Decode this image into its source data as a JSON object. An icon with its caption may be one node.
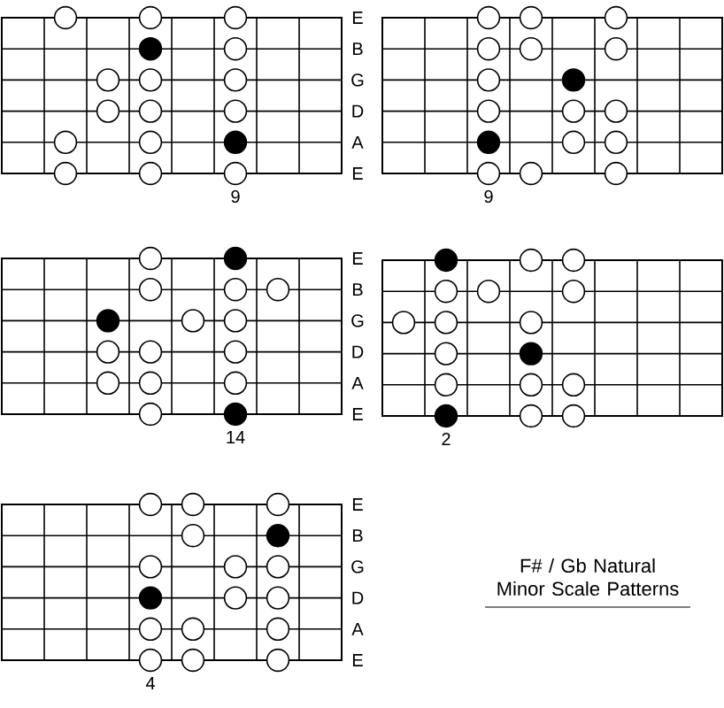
{
  "diagram": {
    "title": "F# / Gb Natural Minor Scale Patterns",
    "nodes": [
      {
        "text": [],
        "shape": "picture",
        "beside": [
          "E",
          "B",
          "G",
          "D",
          "A",
          "E",
          "9"
        ]
      },
      {
        "text": [],
        "shape": "picture",
        "beside": [
          "9"
        ]
      },
      {
        "text": [],
        "shape": "picture",
        "beside": [
          "E",
          "B",
          "G",
          "D",
          "A",
          "E",
          "14"
        ]
      },
      {
        "text": [],
        "shape": "picture",
        "beside": [
          "2"
        ]
      },
      {
        "text": [],
        "shape": "picture",
        "beside": [
          "E",
          "B",
          "G",
          "D",
          "A",
          "E",
          "4"
        ]
      }
    ]
  }
}
